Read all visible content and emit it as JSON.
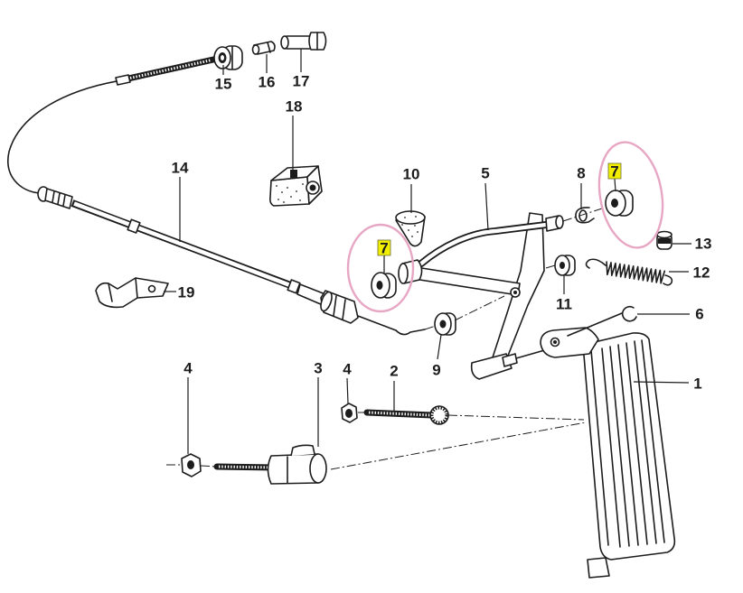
{
  "diagram": {
    "colors": {
      "ink": "#1c1c1c",
      "background": "#ffffff",
      "highlight_fill": "#f2ee00",
      "highlight_circle": "#e7a6c3"
    },
    "callouts": [
      {
        "label": "15"
      },
      {
        "label": "16"
      },
      {
        "label": "17"
      },
      {
        "label": "18"
      },
      {
        "label": "14"
      },
      {
        "label": "10"
      },
      {
        "label": "5"
      },
      {
        "label": "8"
      },
      {
        "label": "7",
        "highlighted": true
      },
      {
        "label": "13"
      },
      {
        "label": "12"
      },
      {
        "label": "11"
      },
      {
        "label": "6"
      },
      {
        "label": "7",
        "highlighted": true
      },
      {
        "label": "1"
      },
      {
        "label": "9"
      },
      {
        "label": "19"
      },
      {
        "label": "4"
      },
      {
        "label": "3"
      },
      {
        "label": "4"
      },
      {
        "label": "2"
      }
    ]
  }
}
